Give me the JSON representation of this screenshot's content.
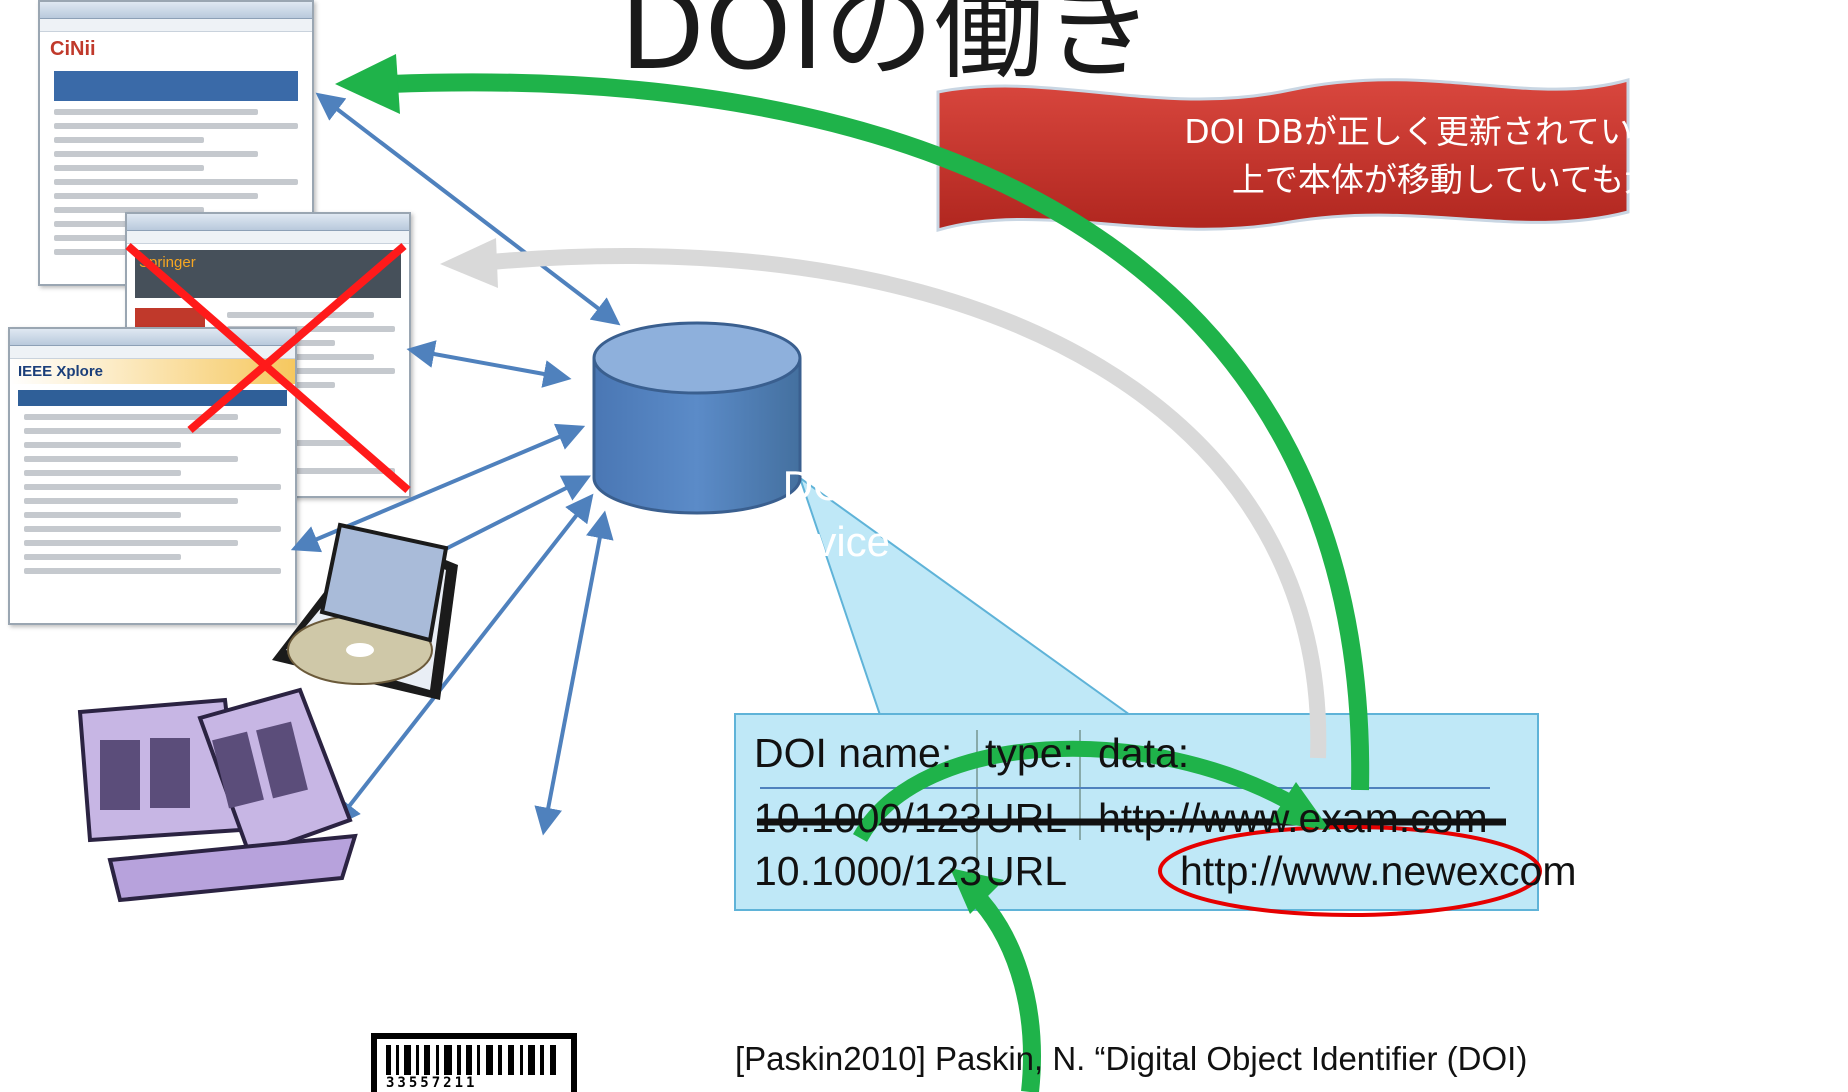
{
  "title": "DOIの働き",
  "banner": {
    "line1": "DOI DBが正しく更新されていればWeb",
    "line2": "上で本体が移動していても大丈夫"
  },
  "database": {
    "line1": "DOI",
    "line2": "Service"
  },
  "table": {
    "headers": [
      "DOI name:",
      "type:",
      "data:"
    ],
    "old_row": [
      "10.1000/123",
      "URL",
      "http://www.exam.com"
    ],
    "new_row": [
      "10.1000/123",
      "URL",
      "http://www.newexcom"
    ]
  },
  "screenshots": {
    "cinii_logo": "CiNii",
    "ieee_logo": "IEEE Xplore",
    "springer_logo": "Springer"
  },
  "barcode_number": "33557211",
  "citation": "[Paskin2010]  Paskin, N. “Digital Object Identifier (DOI)",
  "colors": {
    "green_arrow": "#1fb34a",
    "gray_arrow": "#d9d9d9",
    "blue_arrow": "#4f81bd",
    "red_cross": "#ff1a1a",
    "banner_red": "#c0302a",
    "table_bg": "#bfe8f7",
    "db_blue": "#4f81bd"
  }
}
